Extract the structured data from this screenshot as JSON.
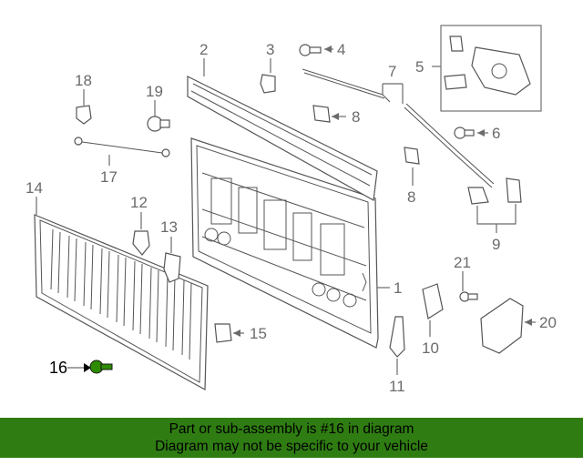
{
  "diagram": {
    "highlight_color": "#2e8b00",
    "callouts": [
      {
        "id": "c1",
        "text": "1"
      },
      {
        "id": "c2",
        "text": "2"
      },
      {
        "id": "c3",
        "text": "3"
      },
      {
        "id": "c4",
        "text": "4"
      },
      {
        "id": "c5",
        "text": "5"
      },
      {
        "id": "c6",
        "text": "6"
      },
      {
        "id": "c7",
        "text": "7"
      },
      {
        "id": "c8a",
        "text": "8"
      },
      {
        "id": "c8b",
        "text": "8"
      },
      {
        "id": "c9",
        "text": "9"
      },
      {
        "id": "c10",
        "text": "10"
      },
      {
        "id": "c11",
        "text": "11"
      },
      {
        "id": "c12",
        "text": "12"
      },
      {
        "id": "c13",
        "text": "13"
      },
      {
        "id": "c14",
        "text": "14"
      },
      {
        "id": "c15",
        "text": "15"
      },
      {
        "id": "c16",
        "text": "16"
      },
      {
        "id": "c17",
        "text": "17"
      },
      {
        "id": "c18",
        "text": "18"
      },
      {
        "id": "c19",
        "text": "19"
      },
      {
        "id": "c20",
        "text": "20"
      },
      {
        "id": "c21",
        "text": "21"
      }
    ]
  },
  "banner": {
    "line1": "Part or sub-assembly is #16 in diagram",
    "line2": "Diagram may not be specific to your vehicle",
    "background": "#2f7d12"
  }
}
